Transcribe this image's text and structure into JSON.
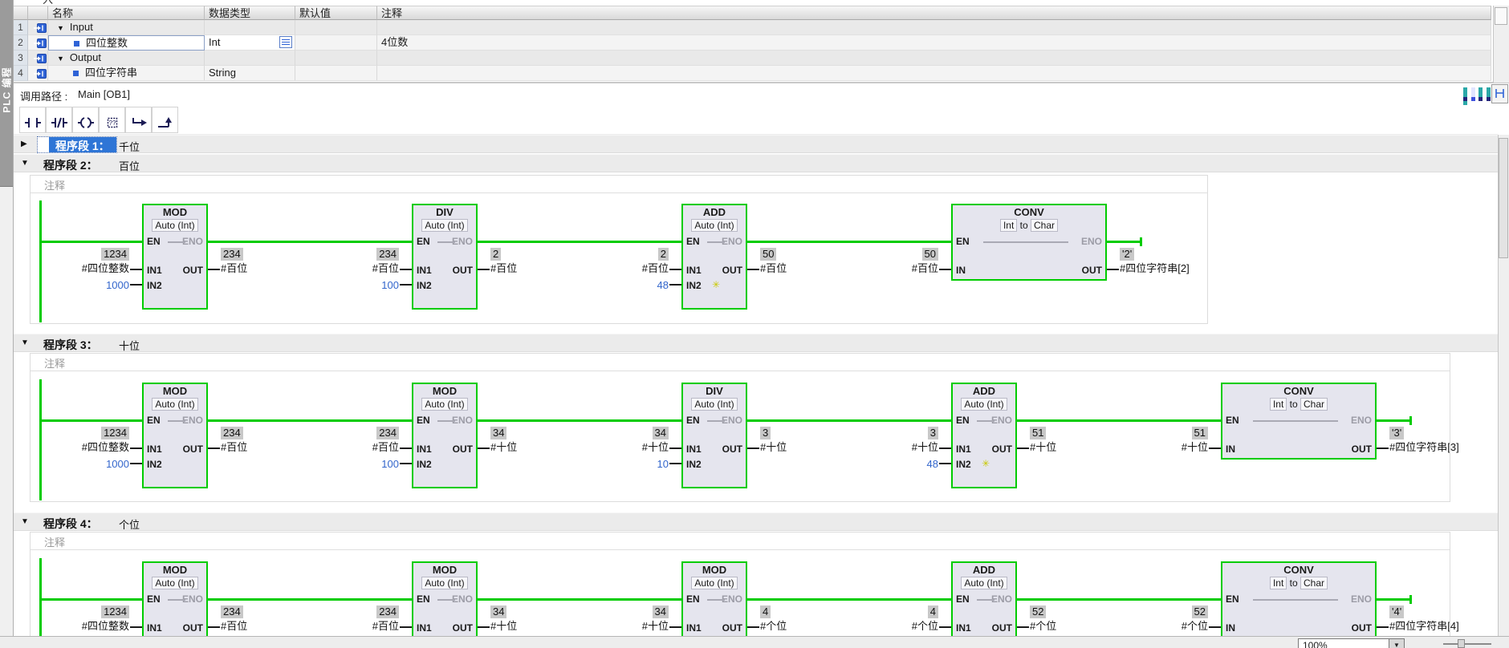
{
  "sidebar_tab": {
    "label": "PLC 编程"
  },
  "interface_table": {
    "clipped_top_text": "入",
    "columns": [
      "名称",
      "数据类型",
      "默认值",
      "注释"
    ],
    "rows": [
      {
        "num": "1",
        "kind": "group",
        "name": "Input",
        "type": "",
        "default": "",
        "comment": ""
      },
      {
        "num": "2",
        "kind": "leaf",
        "name": "四位整数",
        "type": "Int",
        "default": "",
        "comment": "4位数",
        "editing": true,
        "type_dropdown": true
      },
      {
        "num": "3",
        "kind": "group",
        "name": "Output",
        "type": "",
        "default": "",
        "comment": ""
      },
      {
        "num": "4",
        "kind": "leaf",
        "name": "四位字符串",
        "type": "String",
        "default": "",
        "comment": ""
      }
    ]
  },
  "call_path": {
    "label": "调用路径 :",
    "value": "Main [OB1]"
  },
  "lad_toolbar": {
    "buttons": [
      "normally-open-contact",
      "normally-closed-contact",
      "coil",
      "empty-box",
      "open-branch",
      "close-branch"
    ]
  },
  "block_labels": {
    "en": "EN",
    "eno": "ENO"
  },
  "status_bar": {
    "zoom_value": "100%"
  },
  "colors": {
    "wire_green": "#00cc00",
    "block_fill": "#e5e5ee",
    "value_bg": "#c8c8c8",
    "constant_blue": "#3366cc",
    "selection_blue": "#2e75d6",
    "star_yellow": "#c9c900",
    "teal_bar": "#2ba8a8"
  },
  "networks": [
    {
      "number": 1,
      "title": "程序段 1：",
      "comment": "千位",
      "collapsed": true,
      "selected": true
    },
    {
      "number": 2,
      "title": "程序段 2：",
      "comment": "百位",
      "comment_placeholder": "注释",
      "blocks": [
        {
          "op": "MOD",
          "dtype": "Auto (Int)",
          "in1": {
            "port": "IN1",
            "value": "1234",
            "operand": "#四位整数"
          },
          "in2": {
            "port": "IN2",
            "constant": "1000"
          },
          "out": {
            "port": "OUT",
            "value": "234",
            "operand": "#百位"
          }
        },
        {
          "op": "DIV",
          "dtype": "Auto (Int)",
          "in1": {
            "port": "IN1",
            "value": "234",
            "operand": "#百位"
          },
          "in2": {
            "port": "IN2",
            "constant": "100"
          },
          "out": {
            "port": "OUT",
            "value": "2",
            "operand": "#百位"
          }
        },
        {
          "op": "ADD",
          "dtype": "Auto (Int)",
          "in1": {
            "port": "IN1",
            "value": "2",
            "operand": "#百位"
          },
          "in2": {
            "port": "IN2",
            "constant": "48",
            "star": true
          },
          "out": {
            "port": "OUT",
            "value": "50",
            "operand": "#百位"
          }
        },
        {
          "op": "CONV",
          "dtype_parts": [
            "Int",
            "to",
            "Char"
          ],
          "in1": {
            "port": "IN",
            "value": "50",
            "operand": "#百位"
          },
          "out": {
            "port": "OUT",
            "value": "'2'",
            "operand": "#四位字符串[2]"
          }
        }
      ]
    },
    {
      "number": 3,
      "title": "程序段 3：",
      "comment": "十位",
      "comment_placeholder": "注释",
      "blocks": [
        {
          "op": "MOD",
          "dtype": "Auto (Int)",
          "in1": {
            "port": "IN1",
            "value": "1234",
            "operand": "#四位整数"
          },
          "in2": {
            "port": "IN2",
            "constant": "1000"
          },
          "out": {
            "port": "OUT",
            "value": "234",
            "operand": "#百位"
          }
        },
        {
          "op": "MOD",
          "dtype": "Auto (Int)",
          "in1": {
            "port": "IN1",
            "value": "234",
            "operand": "#百位"
          },
          "in2": {
            "port": "IN2",
            "constant": "100"
          },
          "out": {
            "port": "OUT",
            "value": "34",
            "operand": "#十位"
          }
        },
        {
          "op": "DIV",
          "dtype": "Auto (Int)",
          "in1": {
            "port": "IN1",
            "value": "34",
            "operand": "#十位"
          },
          "in2": {
            "port": "IN2",
            "constant": "10"
          },
          "out": {
            "port": "OUT",
            "value": "3",
            "operand": "#十位"
          }
        },
        {
          "op": "ADD",
          "dtype": "Auto (Int)",
          "in1": {
            "port": "IN1",
            "value": "3",
            "operand": "#十位"
          },
          "in2": {
            "port": "IN2",
            "constant": "48",
            "star": true
          },
          "out": {
            "port": "OUT",
            "value": "51",
            "operand": "#十位"
          }
        },
        {
          "op": "CONV",
          "dtype_parts": [
            "Int",
            "to",
            "Char"
          ],
          "in1": {
            "port": "IN",
            "value": "51",
            "operand": "#十位"
          },
          "out": {
            "port": "OUT",
            "value": "'3'",
            "operand": "#四位字符串[3]"
          }
        }
      ]
    },
    {
      "number": 4,
      "title": "程序段 4：",
      "comment": "个位",
      "comment_placeholder": "注释",
      "blocks": [
        {
          "op": "MOD",
          "dtype": "Auto (Int)",
          "in1": {
            "port": "IN1",
            "value": "1234",
            "operand": "#四位整数"
          },
          "out": {
            "port": "OUT",
            "value": "234",
            "operand": "#百位"
          }
        },
        {
          "op": "MOD",
          "dtype": "Auto (Int)",
          "in1": {
            "port": "IN1",
            "value": "234",
            "operand": "#百位"
          },
          "out": {
            "port": "OUT",
            "value": "34",
            "operand": "#十位"
          }
        },
        {
          "op": "MOD",
          "dtype": "Auto (Int)",
          "in1": {
            "port": "IN1",
            "value": "34",
            "operand": "#十位"
          },
          "out": {
            "port": "OUT",
            "value": "4",
            "operand": "#个位"
          }
        },
        {
          "op": "ADD",
          "dtype": "Auto (Int)",
          "in1": {
            "port": "IN1",
            "value": "4",
            "operand": "#个位"
          },
          "out": {
            "port": "OUT",
            "value": "52",
            "operand": "#个位"
          }
        },
        {
          "op": "CONV",
          "dtype_parts": [
            "Int",
            "to",
            "Char"
          ],
          "in1": {
            "port": "IN",
            "value": "52",
            "operand": "#个位"
          },
          "out": {
            "port": "OUT",
            "value": "'4'",
            "operand": "#四位字符串[4]"
          }
        }
      ]
    }
  ]
}
